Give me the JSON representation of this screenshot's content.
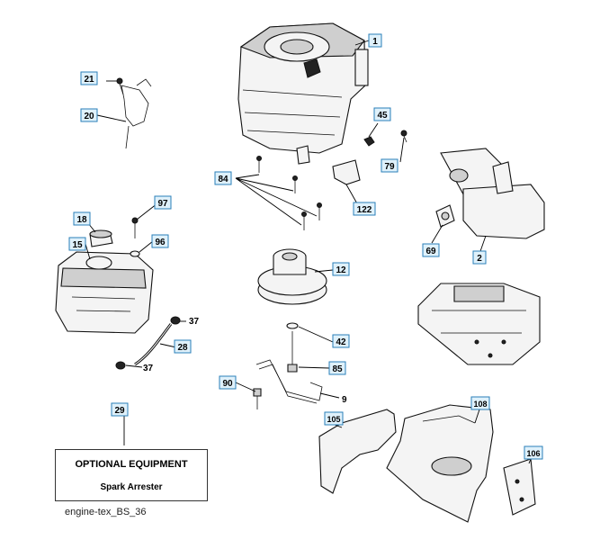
{
  "callouts": {
    "c1": "1",
    "c2": "2",
    "c9": "9",
    "c12": "12",
    "c15": "15",
    "c18": "18",
    "c20": "20",
    "c21": "21",
    "c28": "28",
    "c29": "29",
    "c37a": "37",
    "c37b": "37",
    "c42": "42",
    "c45": "45",
    "c69": "69",
    "c79": "79",
    "c84": "84",
    "c85": "85",
    "c90": "90",
    "c96": "96",
    "c97": "97",
    "c105": "105",
    "c106": "106",
    "c108": "108",
    "c122": "122"
  },
  "optional_box": {
    "title": "OPTIONAL EQUIPMENT",
    "subtitle": "Spark Arrester"
  },
  "caption": "engine-tex_BS_36",
  "colors": {
    "callout_fill": "#dff1fb",
    "callout_border": "#2a7fb8"
  }
}
